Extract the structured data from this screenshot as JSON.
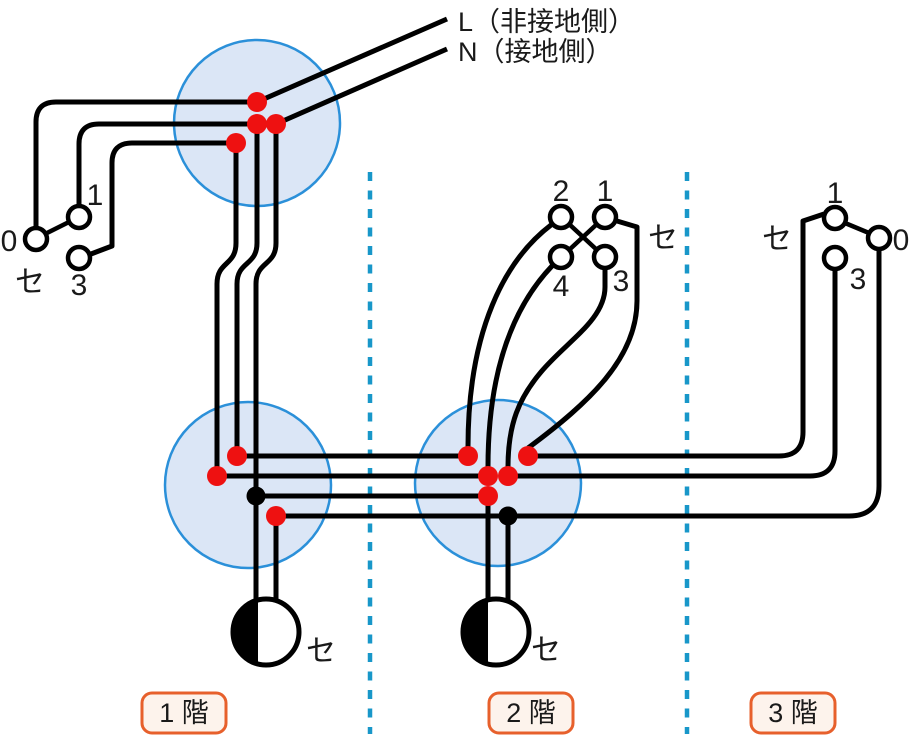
{
  "power": {
    "live_label": "L（非接地側）",
    "neutral_label": "N（接地側）"
  },
  "switch_1f": {
    "label": "セ",
    "terminals": {
      "t0": "0",
      "t1": "1",
      "t3": "3"
    }
  },
  "switch_2f": {
    "label": "セ",
    "terminals": {
      "t1": "1",
      "t2": "2",
      "t3": "3",
      "t4": "4"
    }
  },
  "switch_3f": {
    "label": "セ",
    "terminals": {
      "t0": "0",
      "t1": "1",
      "t3": "3"
    }
  },
  "lamp_1f": {
    "label": "セ"
  },
  "lamp_2f": {
    "label": "セ"
  },
  "floors": [
    {
      "label": "1 階"
    },
    {
      "label": "2 階"
    },
    {
      "label": "3 階"
    }
  ],
  "colors": {
    "wire": "#000000",
    "junction_fill": "#dbe6f6",
    "junction_stroke": "#2b90d9",
    "connector_red": "#ee1111",
    "connector_black": "#000000",
    "floor_divider": "#1897c9",
    "floor_label_border": "#e7602c",
    "floor_label_fill": "#fdf3ec"
  }
}
